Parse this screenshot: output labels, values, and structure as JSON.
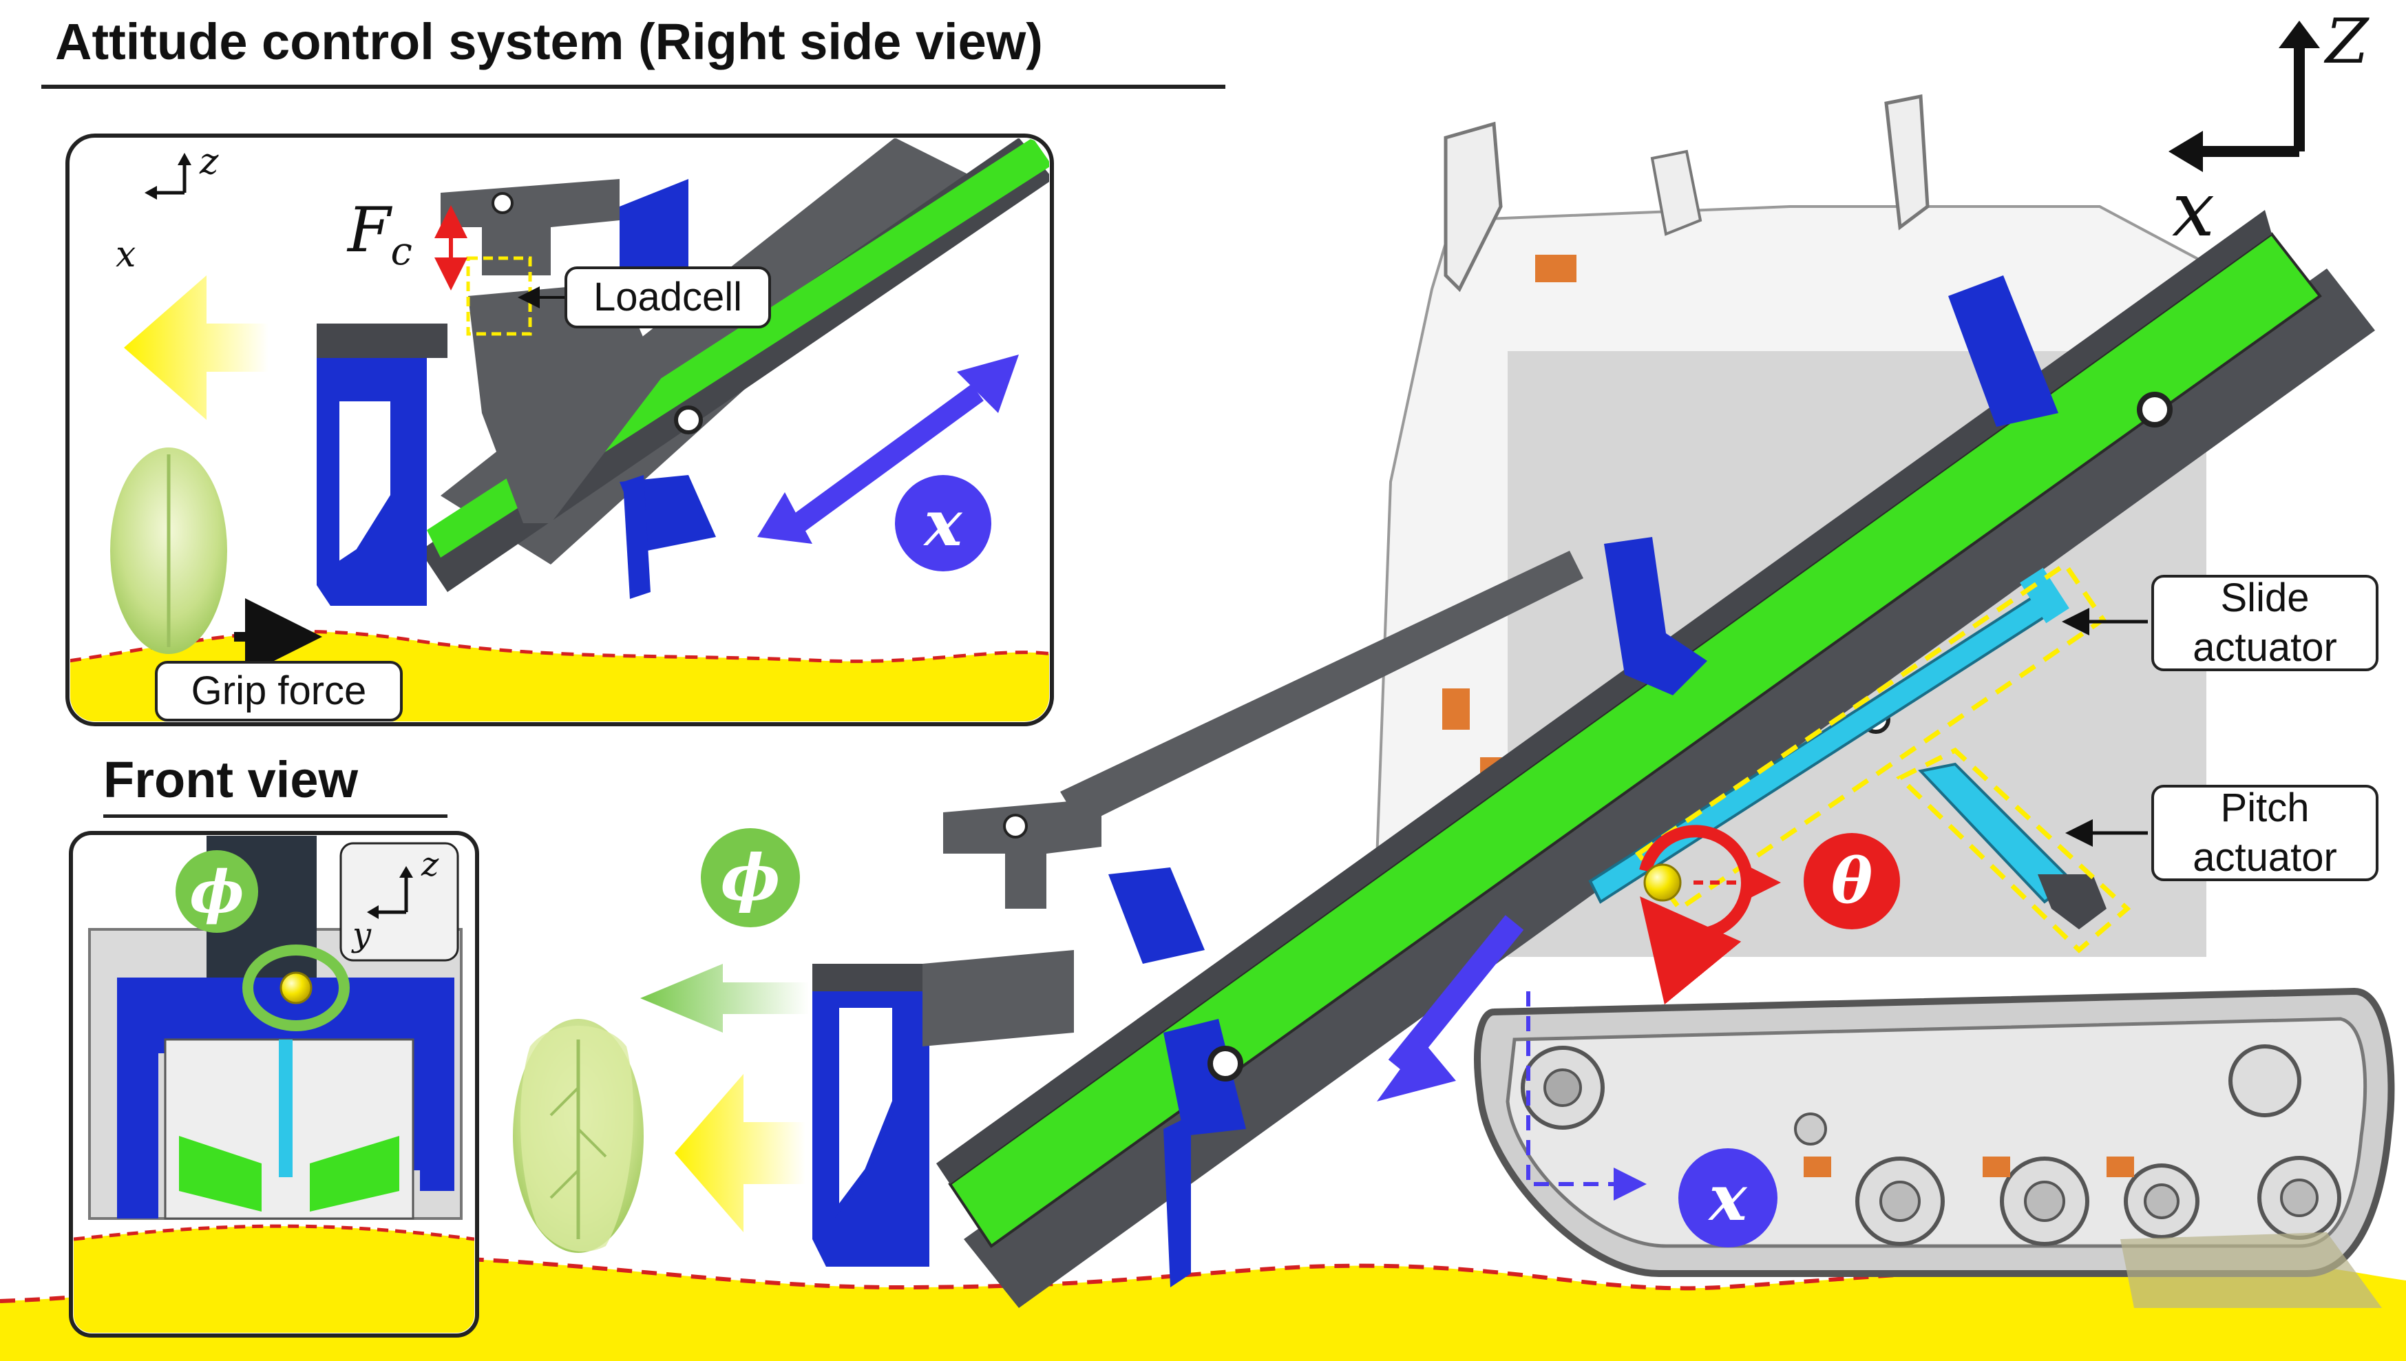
{
  "title": "Attitude control system (Right side view)",
  "front_view_title": "Front view",
  "labels": {
    "loadcell": "Loadcell",
    "grip_force": "Grip force",
    "slide_actuator": "Slide\nactuator",
    "pitch_actuator": "Pitch\nactuator"
  },
  "symbols": {
    "force": "F",
    "force_sub": "c",
    "phi": "ϕ",
    "theta": "θ",
    "x": "x",
    "z": "z",
    "y": "y",
    "Z_big": "Z",
    "X_big": "x"
  },
  "colors": {
    "green_beam": "#3ee020",
    "frame_gray": "#5a5c60",
    "blue_part": "#1a2fd0",
    "cyan_actuator": "#2ec6e8",
    "ground_yellow": "#ffee00",
    "red_dashed": "#d42020",
    "arrow_blue": "#4a3cf0",
    "arrow_green": "#78c84a",
    "arrow_yellow": "#fff200",
    "theta_red": "#e81e1e"
  }
}
